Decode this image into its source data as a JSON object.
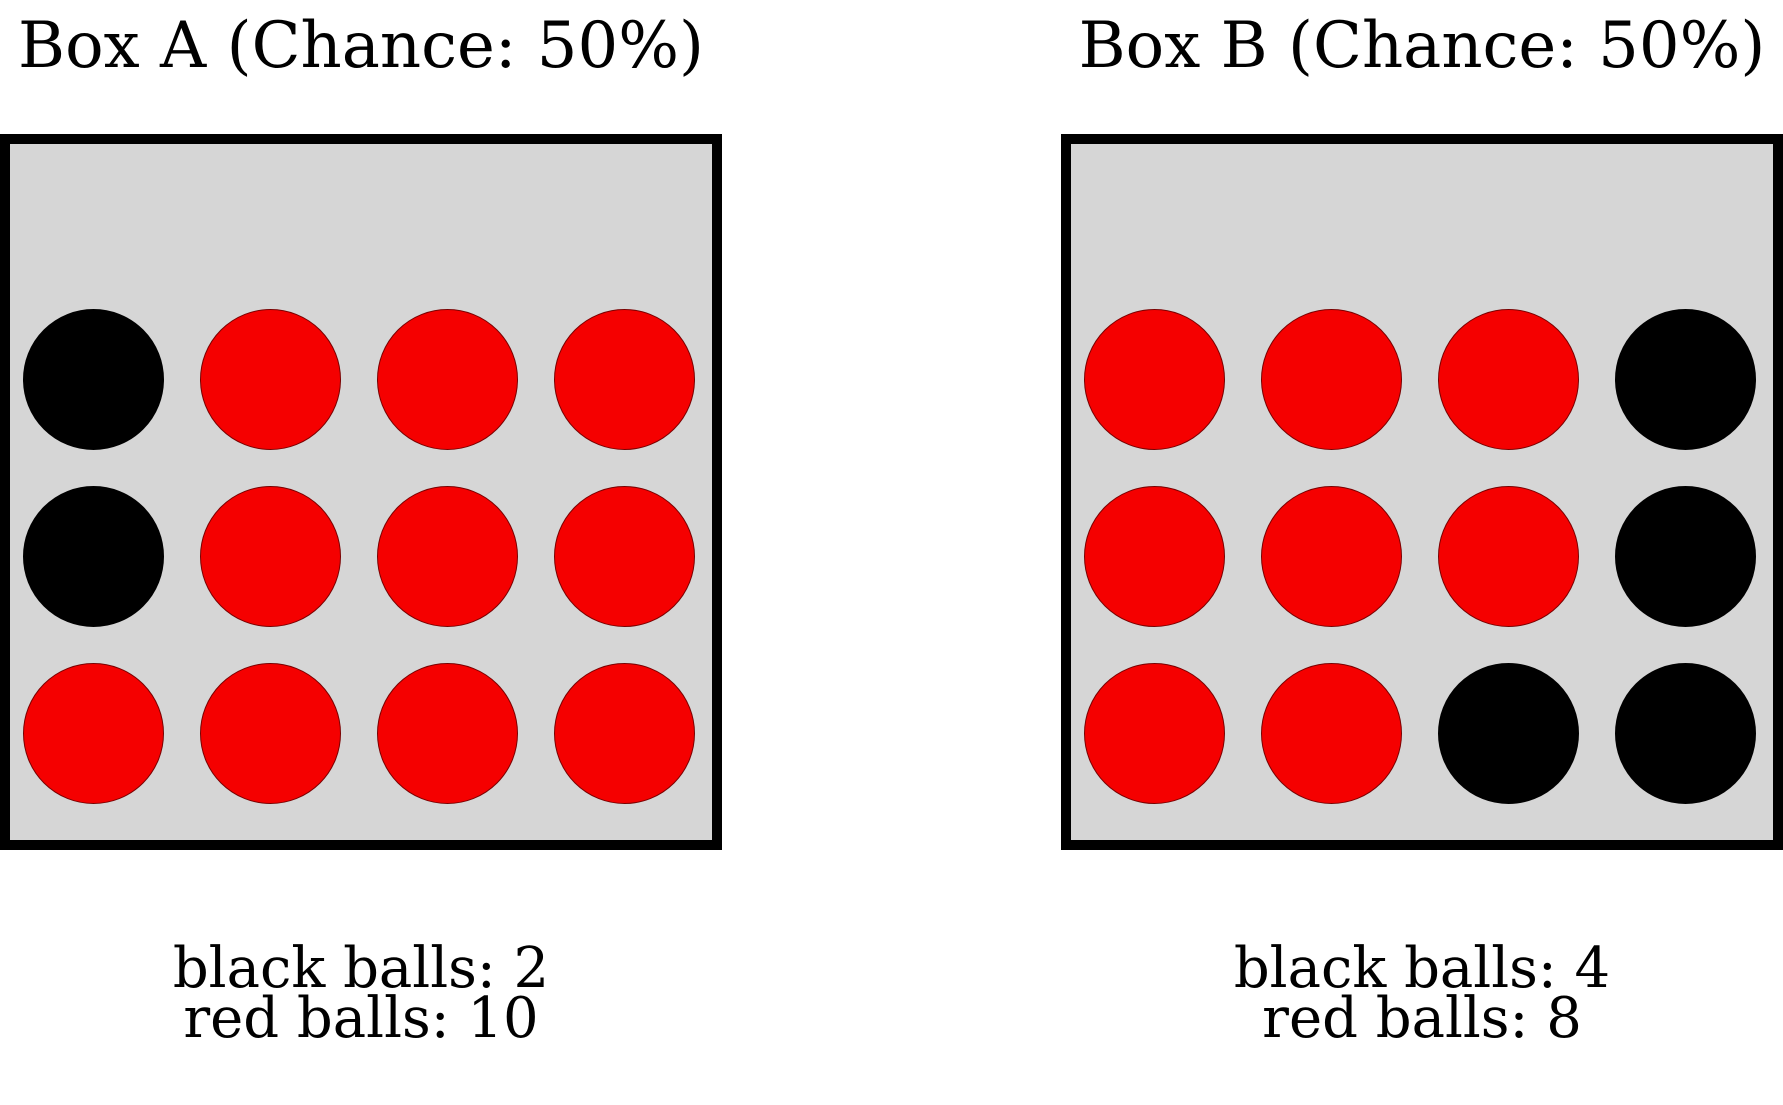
{
  "colors": {
    "box_fill": "#d6d6d6",
    "box_border": "#000000",
    "black_ball": "#000000",
    "red_ball": "#f50000"
  },
  "boxes": [
    {
      "title": "Box A (Chance: 50%)",
      "balls": [
        [
          "black",
          "red",
          "red",
          "red"
        ],
        [
          "black",
          "red",
          "red",
          "red"
        ],
        [
          "red",
          "red",
          "red",
          "red"
        ]
      ],
      "black_label": "black balls: 2",
      "red_label": "red balls: 10"
    },
    {
      "title": "Box B (Chance: 50%)",
      "balls": [
        [
          "red",
          "red",
          "red",
          "black"
        ],
        [
          "red",
          "red",
          "red",
          "black"
        ],
        [
          "red",
          "red",
          "black",
          "black"
        ]
      ],
      "black_label": "black balls: 4",
      "red_label": "red balls: 8"
    }
  ]
}
